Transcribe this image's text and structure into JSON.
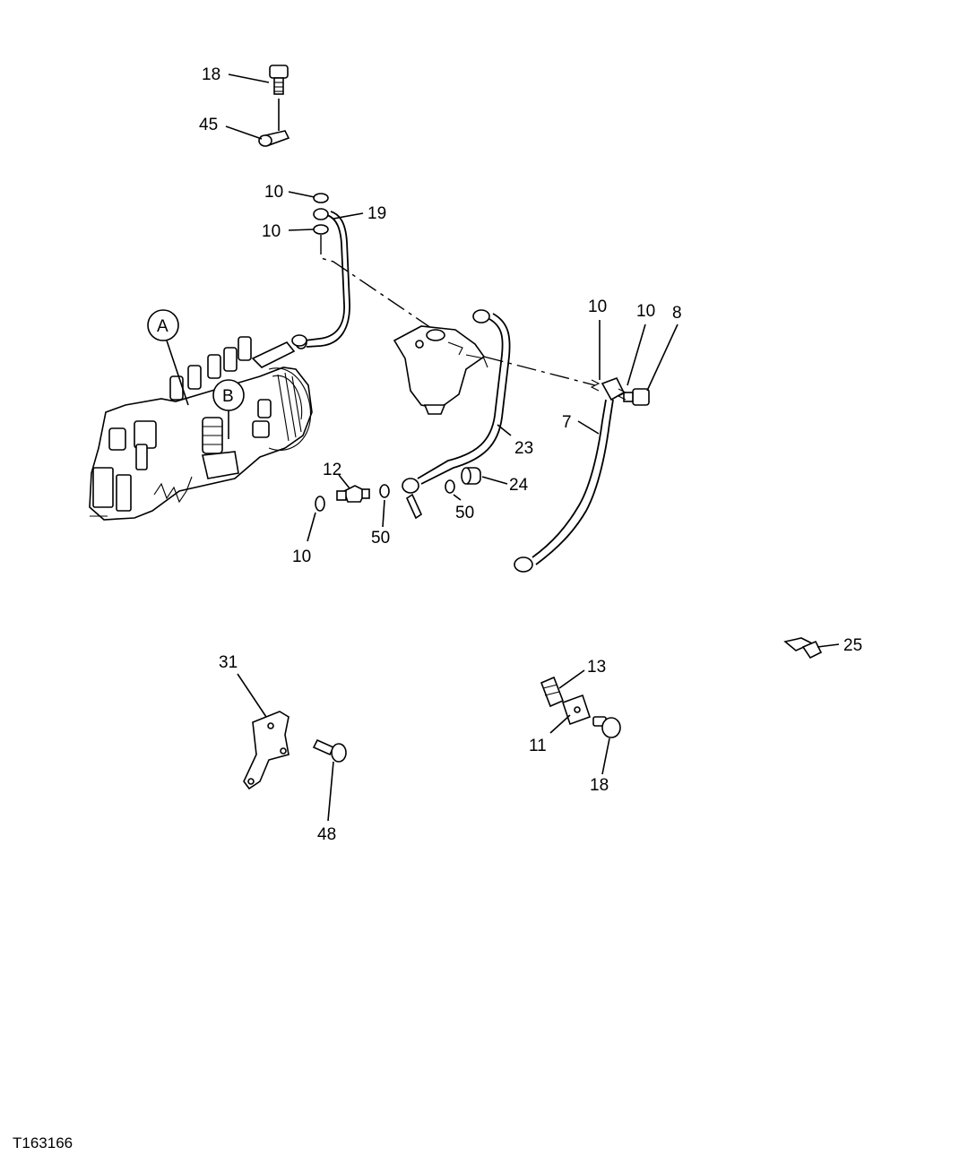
{
  "figure_id": "T163166",
  "callouts": {
    "c18_top": "18",
    "c45": "45",
    "c10_a": "10",
    "c19": "19",
    "c10_b": "10",
    "cA": "A",
    "cB": "B",
    "c10_c": "10",
    "c10_d": "10",
    "c8": "8",
    "c7": "7",
    "c23": "23",
    "c12": "12",
    "c24": "24",
    "c50_a": "50",
    "c10_e": "10",
    "c50_b": "50",
    "c25": "25",
    "c31": "31",
    "c13": "13",
    "c11": "11",
    "c18_bot": "18",
    "c48": "48"
  }
}
